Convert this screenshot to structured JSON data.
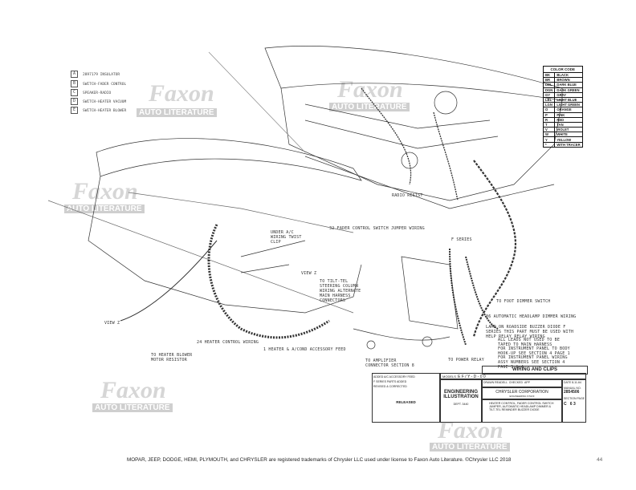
{
  "legend": [
    {
      "key": "A",
      "label": "2897179 INSULATOR"
    },
    {
      "key": "B",
      "label": "SWITCH-FADER CONTROL"
    },
    {
      "key": "C",
      "label": "SPEAKER-RADIO"
    },
    {
      "key": "D",
      "label": "SWITCH-HEATER VACUUM"
    },
    {
      "key": "E",
      "label": "SWITCH-HEATER BLOWER"
    }
  ],
  "color_code": {
    "title": "COLOR CODE",
    "rows": [
      [
        "BK",
        "BLACK"
      ],
      [
        "BR",
        "BROWN"
      ],
      [
        "DBL",
        "DARK BLUE"
      ],
      [
        "DGN",
        "DARK GREEN"
      ],
      [
        "GY",
        "GRAY"
      ],
      [
        "LBL",
        "LIGHT BLUE"
      ],
      [
        "LGN",
        "LIGHT GREEN"
      ],
      [
        "O",
        "ORANGE"
      ],
      [
        "P",
        "PINK"
      ],
      [
        "R",
        "RED"
      ],
      [
        "T",
        "TAN"
      ],
      [
        "V",
        "VIOLET"
      ],
      [
        "W",
        "WHITE"
      ],
      [
        "Y",
        "YELLOW"
      ],
      [
        "*",
        "WITH TRACER"
      ]
    ]
  },
  "callouts": {
    "fader": "32  FADER CONTROL SWITCH JUMPER WIRING",
    "heater_ctrl": "24  HEATER CONTROL WIRING",
    "acc_feed": "1   HEATER & A/COND ACCESSORY FEED",
    "headlamp": "36  AUTOMATIC HEADLAMP DIMMER WIRING",
    "foot_dimmer": "TO FOOT DIMMER SWITCH",
    "power_relay": "TO POWER RELAY",
    "amplifier": "TO AMPLIFIER CONNECTOR SECTION 8",
    "view_z1": "VIEW Z",
    "view_z2": "VIEW Z",
    "blower": "TO HEATER BLOWER MOTOR RESISTOR",
    "tilt": "TO TILT-TEL STEERING COLUMN WIRING ALTERNATE MAIN HARNESS CONNECTORS",
    "twist": "UNDER A/C WIRING TWIST CLIP",
    "f_series": "F SERIES",
    "radio_resist": "RADIO RESIST",
    "note_lamp": "LAMP ON ROADSIDE BUZZER DIODE F SERIES THIS PART MUST BE USED WITH HELP RELAY RELAY WIRING",
    "note_leads": "ALL LEADS NOT USED TO BE TAPED TO MAIN HARNESS",
    "note_hookup": "FOR INSTRUMENT PANEL TO BODY HOOK-UP SEE SECTION 4 PAGE 1",
    "note_assy": "FOR INSTRUMENT PANEL WIRING ASSY NUMBERS SEE SECTION 4 PAGE 3 & 4"
  },
  "title_block": {
    "heading": "WIRING AND CLIPS",
    "models_label": "MODELS",
    "models": "E F / Y - D - 0 0",
    "eng": "ENGINEERING ILLUSTRATION",
    "dept": "DEPT. 3440",
    "drawn": "DRAWN",
    "drawn_by": "READELL",
    "checked": "CHECKED",
    "app": "APP",
    "date_label": "DATE",
    "date": "8-11-64",
    "corp": "CHRYSLER CORPORATION",
    "corp_sub": "ENGINEERING STAFF",
    "desc": "HEATER CONTROL, FADER CONTROL SWITCH JUMPER, AUTOMATIC HEADLAMP DIMMER & TILT-TEL REMINDER BUZZER DIODE",
    "manual_label": "MANUAL NO.",
    "manual_no": "2854506",
    "section_label": "SECTION",
    "section": "C",
    "page_label": "PAGE",
    "page": "6 3",
    "released": "RELEASED",
    "revisions": [
      "ADDED A/C ACCESSORY FEED",
      "F SERIES PARTS ADDED",
      "REVISED & CORRECTED"
    ]
  },
  "watermark": {
    "brand": "Faxon",
    "sub": "AUTO LITERATURE"
  },
  "footer": "MOPAR, JEEP, DODGE, HEMI, PLYMOUTH, and CHRYSLER are registered trademarks of Chrysler LLC used under license to Faxon Auto Literature. ©Chrysler LLC 2018",
  "page_number": "44"
}
